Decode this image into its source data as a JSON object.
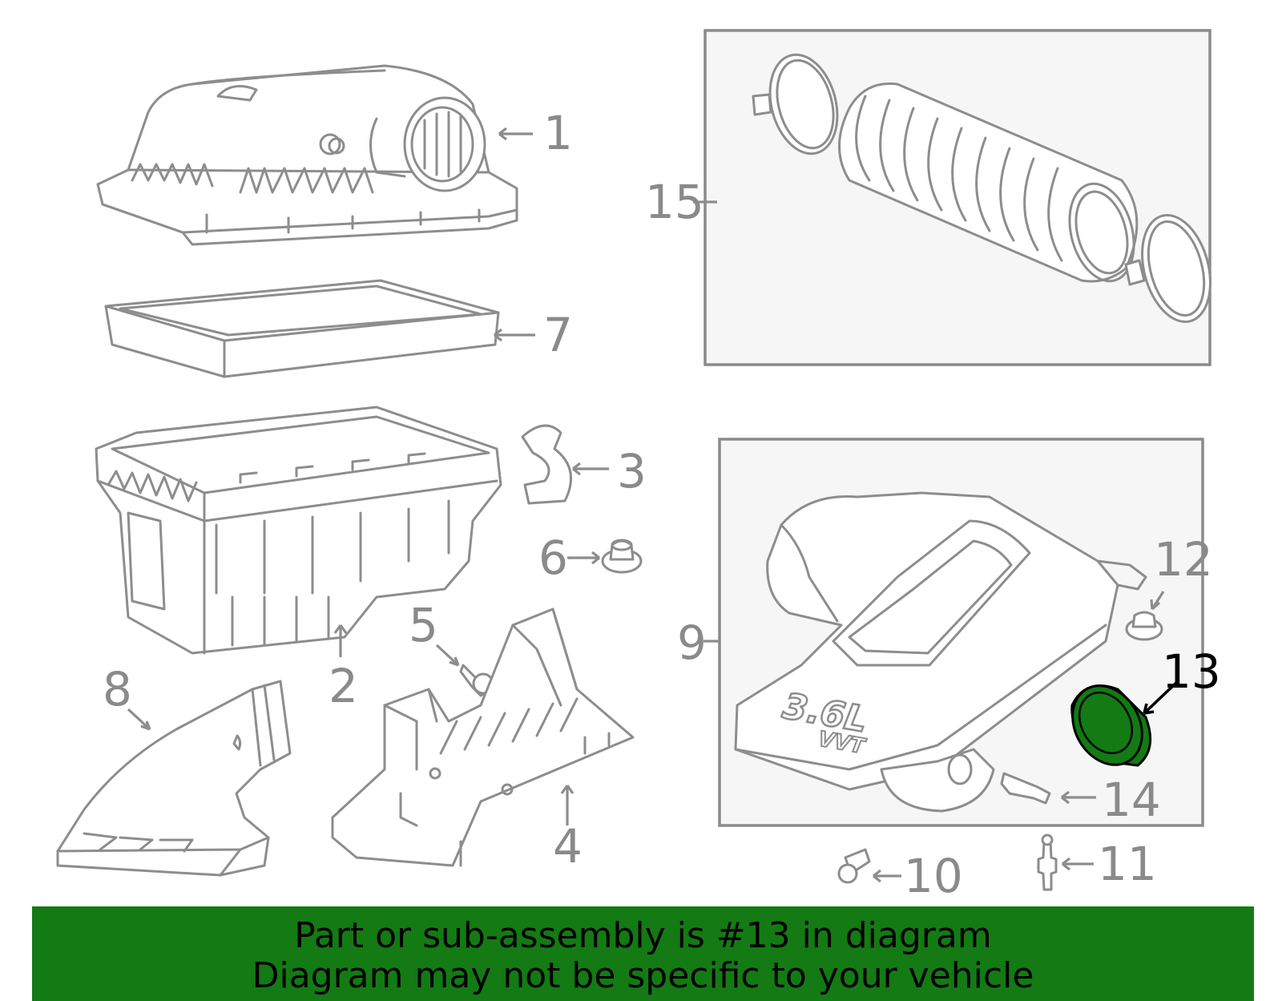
{
  "diagram": {
    "callouts": [
      {
        "id": "1",
        "label": "1"
      },
      {
        "id": "2",
        "label": "2"
      },
      {
        "id": "3",
        "label": "3"
      },
      {
        "id": "4",
        "label": "4"
      },
      {
        "id": "5",
        "label": "5"
      },
      {
        "id": "6",
        "label": "6"
      },
      {
        "id": "7",
        "label": "7"
      },
      {
        "id": "8",
        "label": "8"
      },
      {
        "id": "9",
        "label": "9"
      },
      {
        "id": "10",
        "label": "10"
      },
      {
        "id": "11",
        "label": "11"
      },
      {
        "id": "12",
        "label": "12"
      },
      {
        "id": "13",
        "label": "13",
        "highlighted": true
      },
      {
        "id": "14",
        "label": "14"
      },
      {
        "id": "15",
        "label": "15"
      }
    ],
    "engine_badge": {
      "line1": "3.6L",
      "line2": "VVT"
    },
    "colors": {
      "line": "#8d8d8d",
      "highlight_part": "#137a14",
      "banner": "#137a14",
      "label_highlight": "#000000"
    }
  },
  "banner": {
    "line1": "Part or sub-assembly is #13 in diagram",
    "line2": "Diagram may not be specific to your vehicle"
  }
}
